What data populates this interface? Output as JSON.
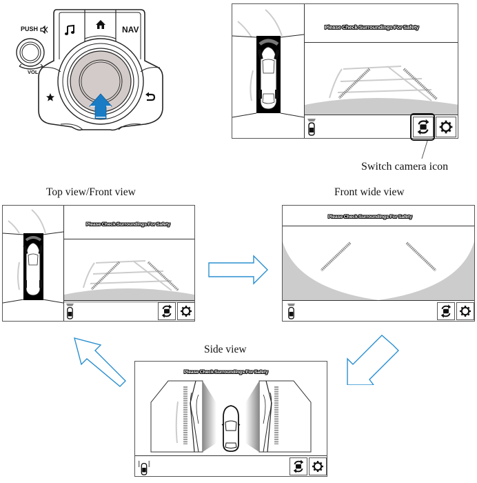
{
  "controller": {
    "push_label": "PUSH",
    "vol_label": "VOL",
    "nav_label": "NAV",
    "buttons": [
      "music-icon",
      "home-icon",
      "NAV",
      "favorites-star-icon",
      "back-icon"
    ],
    "knob_arrow": "up",
    "knob_color": "#d3cbc9",
    "arrow_color": "#1a7cc4"
  },
  "message": "Please Check Surroundings For Safety",
  "callout": {
    "label": "Switch camera icon"
  },
  "views": [
    {
      "id": "top-front",
      "caption": "Top view/Front view"
    },
    {
      "id": "front-wide",
      "caption": "Front wide view"
    },
    {
      "id": "side",
      "caption": "Side view"
    }
  ],
  "icons": {
    "switch_camera": "switch-camera-icon",
    "settings": "gear-icon",
    "vehicle_indicator": "car-indicator-icon"
  },
  "flow": {
    "arrow_color": "#2a8fd0",
    "sequence": [
      "Top view/Front view",
      "Front wide view",
      "Side view",
      "Top view/Front view"
    ]
  }
}
